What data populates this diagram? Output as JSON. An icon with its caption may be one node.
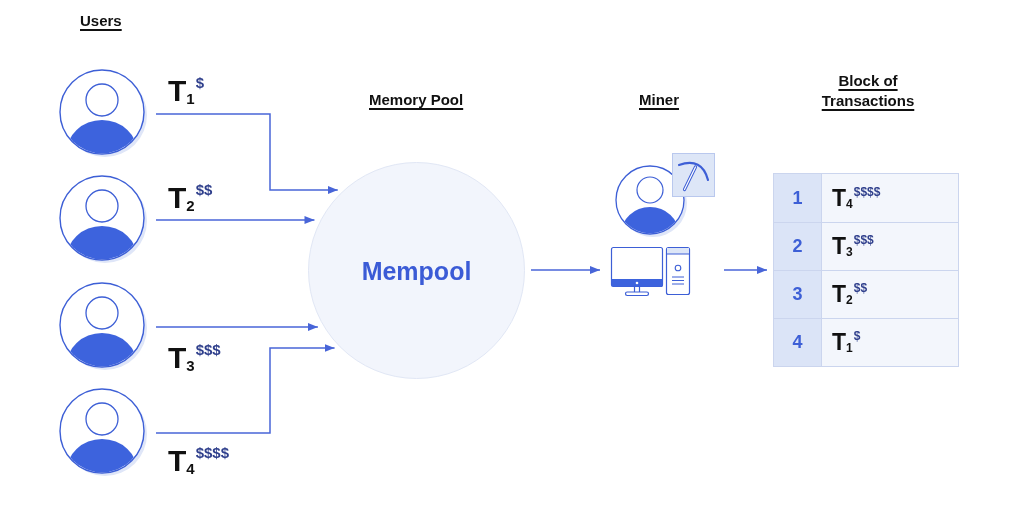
{
  "diagram": {
    "nodes": [
      {
        "text": [],
        "shape": "person"
      },
      {
        "text": [],
        "shape": "person"
      },
      {
        "text": [],
        "shape": "person"
      },
      {
        "text": [],
        "shape": "person"
      },
      {
        "text": [
          "Mempool"
        ]
      },
      {
        "text": [],
        "shape": "picture"
      },
      {
        "text": [],
        "shape": "box"
      },
      {
        "text": [
          "1",
          "T$_{4}$$^{$$$$}$"
        ],
        "in": 6
      },
      {
        "text": [
          "2",
          "T$_{3}$$^{$$$}$"
        ],
        "in": 6
      },
      {
        "text": [
          "3",
          "T$_{2}$$^{$$}$"
        ],
        "in": 6
      },
      {
        "text": [
          "4",
          "T$_{1}$$^{$}$"
        ],
        "in": 6
      }
    ],
    "edges": [
      {
        "from": 0,
        "to": 4,
        "arrow": "to",
        "label": "T$_{1}$$^{$}$"
      },
      {
        "from": 1,
        "to": 4,
        "arrow": "to",
        "label": "T$_{2}$$^{$$}$"
      },
      {
        "from": 2,
        "to": 4,
        "arrow": "to",
        "label": "T$_{3}$$^{$$$}$"
      },
      {
        "from": 3,
        "to": 4,
        "arrow": "to",
        "label": "T$_{4}$$^{$$$$}$"
      },
      {
        "from": 4,
        "to": 5,
        "arrow": "to"
      },
      {
        "from": 5,
        "to": 6,
        "arrow": "to"
      }
    ],
    "labels": [
      "Users",
      "Memory Pool",
      "Miner",
      "Block of Transactions"
    ]
  }
}
